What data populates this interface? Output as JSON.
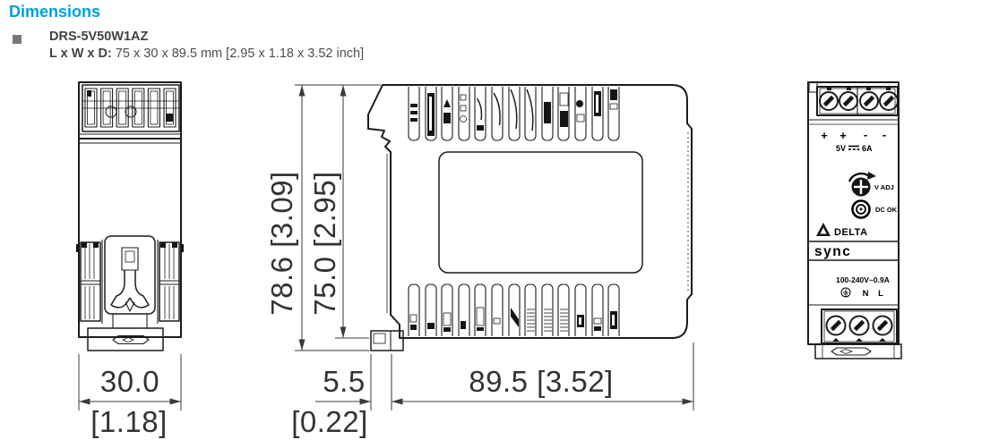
{
  "page": {
    "background": "#ffffff",
    "accent_color": "#00a0dc",
    "line_color": "#1c1c1c"
  },
  "header": {
    "title": "Dimensions",
    "bullet": "■",
    "model": "DRS-5V50W1AZ",
    "size_label": "L x W x D:",
    "size_value": "75 x 30 x 89.5 mm [2.95 x 1.18 x 3.52 inch]"
  },
  "views": {
    "top_view": {
      "dim_width_mm": "30.0",
      "dim_width_inch": "[1.18]"
    },
    "side_view": {
      "dim_height_overall": "78.6 [3.09]",
      "dim_height_body": "75.0 [2.95]",
      "dim_clip_mm": "5.5",
      "dim_clip_inch": "[0.22]",
      "dim_depth": "89.5 [3.52]"
    },
    "front_view": {
      "polarity": [
        "+",
        "+",
        "-",
        "-"
      ],
      "output_voltage": "5V",
      "output_current": "6A",
      "v_adj_label": "V ADJ",
      "dc_ok_label": "DC OK",
      "brand": "DELTA",
      "series": "sync",
      "input_rating": "100-240V~0.9A",
      "terminal_neutral": "N",
      "terminal_line": "L"
    }
  }
}
